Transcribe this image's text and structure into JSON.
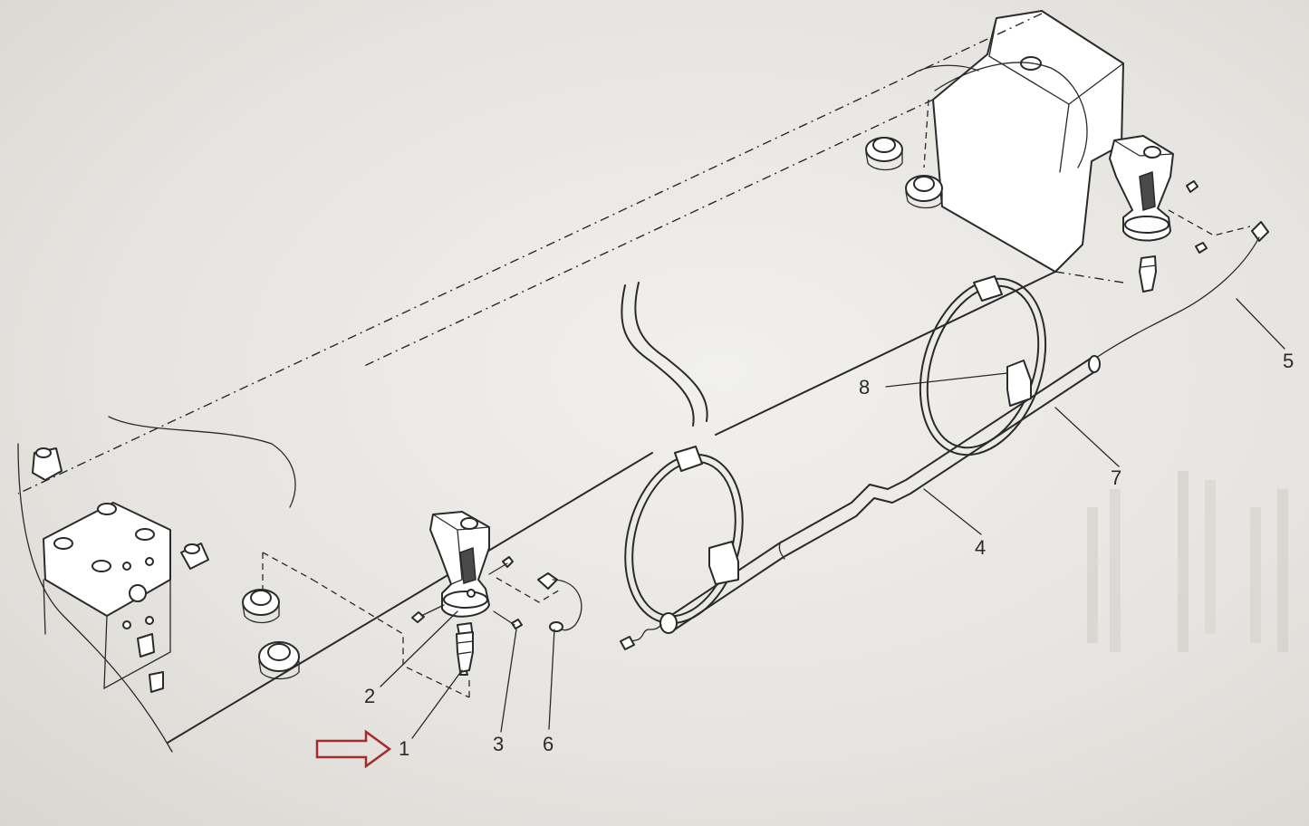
{
  "callouts": {
    "c1": "1",
    "c2": "2",
    "c3": "3",
    "c4": "4",
    "c5": "5",
    "c6": "6",
    "c7": "7",
    "c8": "8"
  },
  "colors": {
    "ink": "#2a2a2a",
    "pointer_arrow": "#a52a2a",
    "paper": "#ebe9e5"
  },
  "icons": {
    "pointer": "outlined-right-arrow-icon"
  }
}
